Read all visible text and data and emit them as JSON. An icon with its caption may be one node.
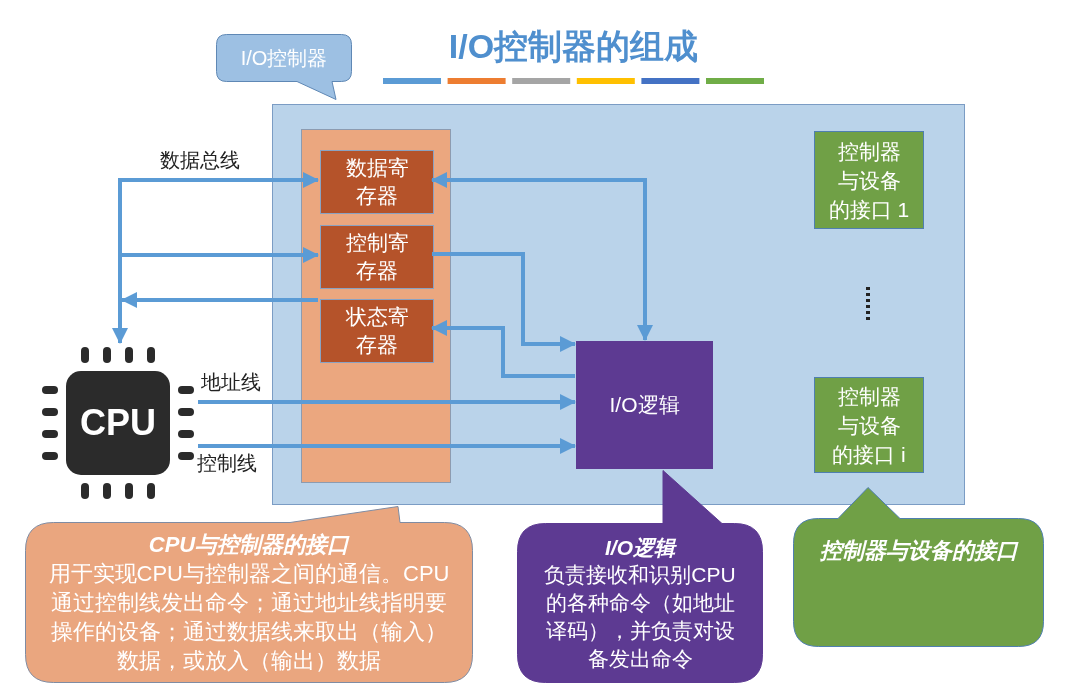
{
  "diagram": {
    "title": "I/O控制器的组成",
    "nodes": [
      {
        "text": [
          "I/O控制器"
        ]
      },
      {
        "text": [],
        "shape": "box"
      },
      {
        "text": [],
        "shape": "box",
        "in": 1
      },
      {
        "text": [
          "数据寄存器"
        ],
        "in": 2
      },
      {
        "text": [
          "控制寄存器"
        ],
        "in": 2
      },
      {
        "text": [
          "状态寄存器"
        ],
        "in": 2
      },
      {
        "text": [
          "I/O逻辑"
        ],
        "in": 1
      },
      {
        "text": [
          "控制器与设备的接口 1"
        ],
        "in": 1
      },
      {
        "text": [
          "控制器与设备的接口 i"
        ],
        "in": 1
      },
      {
        "text": [
          "CPU"
        ]
      },
      {
        "text": [
          "CPU与控制器的接口",
          "用于实现CPU与控制器之间的通信。CPU通过控制线发出命令；通过地址线指明要操作的设备；通过数据线来取出（输入）数据，或放入（输出）数据"
        ]
      },
      {
        "text": [
          "I/O逻辑",
          "负责接收和识别CPU的各种命令（如地址译码），并负责对设备发出命令"
        ]
      },
      {
        "text": [
          "控制器与设备的接口"
        ]
      }
    ],
    "edges": [
      {
        "from": 9,
        "to": 3,
        "arrow": "both",
        "label": "数据总线"
      },
      {
        "from": 9,
        "to": 4,
        "arrow": "both"
      },
      {
        "from": 5,
        "to": 9,
        "arrow": "to"
      },
      {
        "from": 6,
        "to": 3,
        "arrow": "both"
      },
      {
        "from": 4,
        "to": 6,
        "arrow": "to"
      },
      {
        "from": 6,
        "to": 5,
        "arrow": "to"
      },
      {
        "from": 9,
        "to": 6,
        "arrow": "to",
        "label": "地址线"
      },
      {
        "from": 9,
        "to": 6,
        "arrow": "to",
        "label": "控制线"
      }
    ]
  }
}
